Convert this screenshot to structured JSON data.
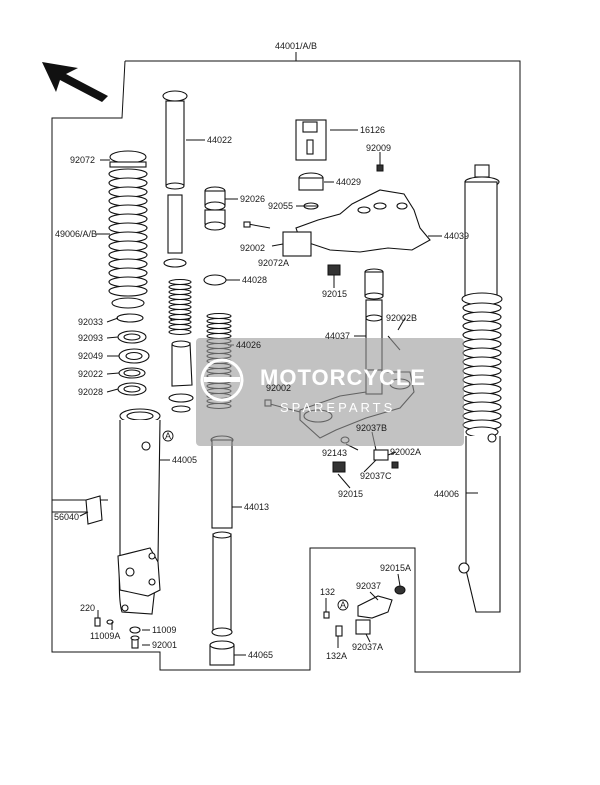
{
  "diagram": {
    "assembly_label": "44001/A/B",
    "labels": {
      "l16126": "16126",
      "l92009": "92009",
      "l44029": "44029",
      "l92055": "92055",
      "l44039": "44039",
      "l92002a": "92002",
      "l92072a": "92072A",
      "l92015a": "92015",
      "l44022": "44022",
      "l92072": "92072",
      "l92026": "92026",
      "l49006": "49006/A/B",
      "l44028": "44028",
      "l92033": "92033",
      "l92093": "92093",
      "l92049": "92049",
      "l92022": "92022",
      "l92028": "92028",
      "l44026": "44026",
      "l92002b": "92002B",
      "l44037": "44037",
      "l92002c": "92002",
      "l92037b": "92037B",
      "l92143": "92143",
      "l92002A": "92002A",
      "l92037c": "92037C",
      "l92015b": "92015",
      "l44005": "44005",
      "l44006": "44006",
      "l56040": "56040",
      "l44013": "44013",
      "l220": "220",
      "l11009a": "11009A",
      "l11009": "11009",
      "l92001": "92001",
      "l44065": "44065",
      "l92015A": "92015A",
      "l92037": "92037",
      "l132": "132",
      "l132a": "132A",
      "l92037a": "92037A"
    },
    "ref_marker": "A",
    "watermark": {
      "brand": "MOTORCYCLE",
      "sub": "SPAREPARTS",
      "color": "#9a9a9a"
    }
  }
}
